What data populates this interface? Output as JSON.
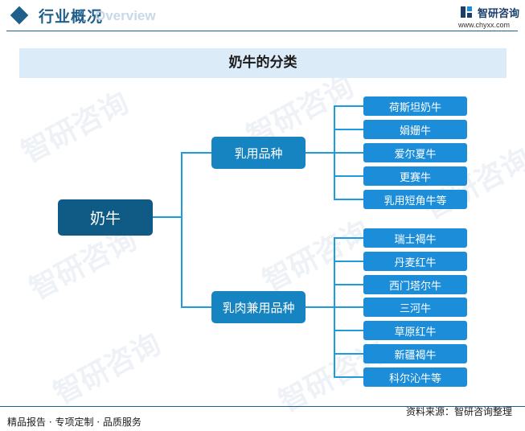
{
  "header": {
    "title": "行业概况",
    "subtitle_ghost": "Overview",
    "logo_name": "智研咨询",
    "logo_url": "www.chyxx.com"
  },
  "diagram": {
    "title": "奶牛的分类",
    "root": "奶牛",
    "groups": [
      {
        "label": "乳用品种",
        "items": [
          "荷斯坦奶牛",
          "娟姗牛",
          "爱尔夏牛",
          "更赛牛",
          "乳用短角牛等"
        ]
      },
      {
        "label": "乳肉兼用品种",
        "items": [
          "瑞士褐牛",
          "丹麦红牛",
          "西门塔尔牛",
          "三河牛",
          "草原红牛",
          "新疆褐牛",
          "科尔沁牛等"
        ]
      }
    ]
  },
  "watermark": "智研咨询",
  "footer": {
    "left": "精品报告 · 专项定制 · 品质服务",
    "right": "资料来源：智研咨询整理"
  },
  "colors": {
    "brand": "#1f5f8b",
    "root_node": "#0f5b85",
    "group_node": "#1784c2",
    "leaf_node": "#1c8dd8",
    "connector": "#1c9be0",
    "title_band": "#dcebf8"
  }
}
